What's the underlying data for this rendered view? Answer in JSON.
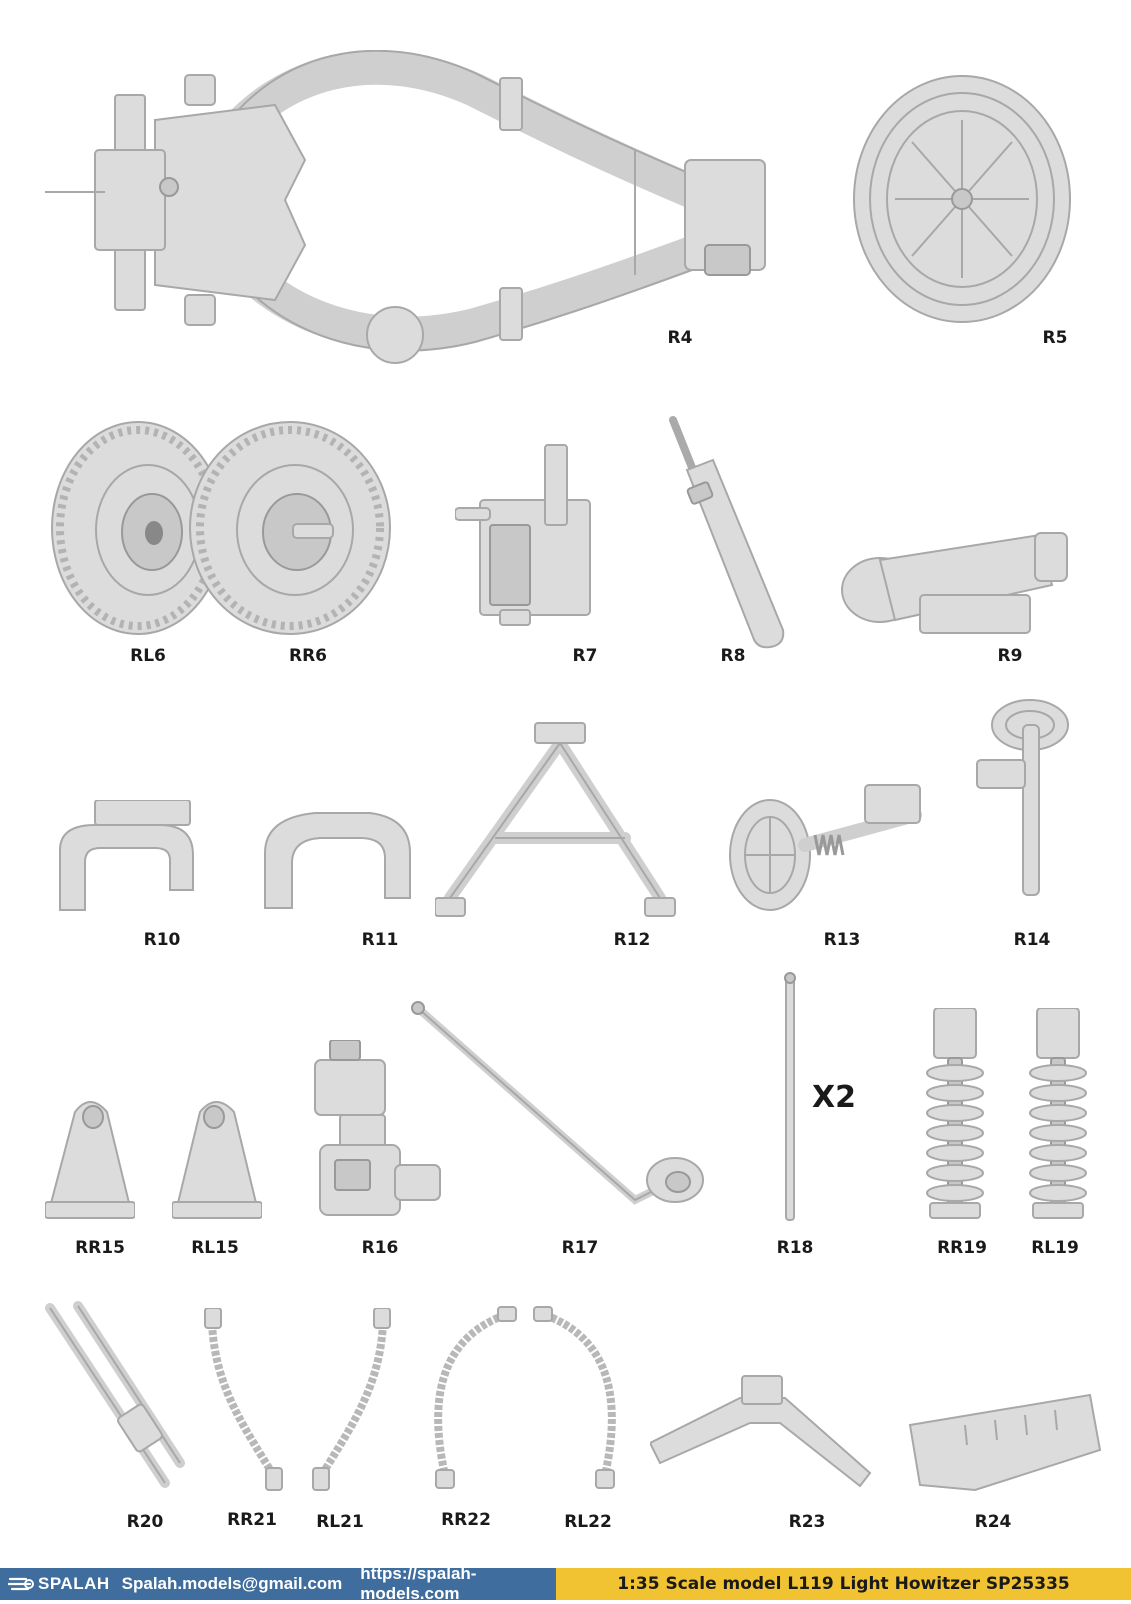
{
  "parts": {
    "R4": "R4",
    "R5": "R5",
    "RL6": "RL6",
    "RR6": "RR6",
    "R7": "R7",
    "R8": "R8",
    "R9": "R9",
    "R10": "R10",
    "R11": "R11",
    "R12": "R12",
    "R13": "R13",
    "R14": "R14",
    "RR15": "RR15",
    "RL15": "RL15",
    "R16": "R16",
    "R17": "R17",
    "R18": "R18",
    "RR19": "RR19",
    "RL19": "RL19",
    "R20": "R20",
    "RR21": "RR21",
    "RL21": "RL21",
    "RR22": "RR22",
    "RL22": "RL22",
    "R23": "R23",
    "R24": "R24"
  },
  "r18_quantity": "X2",
  "footer": {
    "brand": "SPALAH",
    "email": "Spalah.models@gmail.com",
    "url": "https://spalah-models.com",
    "product": "1:35 Scale model L119 Light Howitzer SP25335"
  },
  "colors": {
    "footer_blue": "#3e6d9e",
    "footer_yellow": "#f1c232",
    "part_gray": "#dcdcdc"
  }
}
